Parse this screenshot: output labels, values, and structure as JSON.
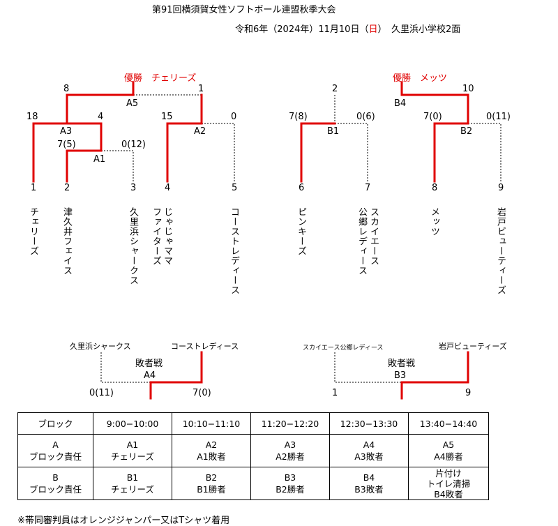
{
  "title": "第91回横須賀女性ソフトボール連盟秋季大会",
  "date_line": {
    "prefix": "令和6年（2024年）11月10日（",
    "day": "日",
    "suffix": "）　久里浜小学校2面"
  },
  "bracket_a": {
    "champion_label": "優勝",
    "champion_team": "チェリーズ",
    "a5": {
      "label": "A5",
      "left": "8",
      "right": "1"
    },
    "a3": {
      "label": "A3",
      "left": "18",
      "right": "4"
    },
    "a1": {
      "label": "A1",
      "left": "7(5)",
      "right": "0(12)"
    },
    "a2": {
      "label": "A2",
      "left": "15",
      "right": "0"
    }
  },
  "bracket_b": {
    "champion_label": "優勝",
    "champion_team": "メッツ",
    "b4": {
      "label": "B4",
      "left": "2",
      "right": "10"
    },
    "b1": {
      "label": "B1",
      "left": "7(8)",
      "right": "0(6)"
    },
    "b2": {
      "label": "B2",
      "left": "7(0)",
      "right": "0(11)"
    }
  },
  "teams": [
    {
      "num": "1",
      "name": "チェリーズ"
    },
    {
      "num": "2",
      "name": "津久井フェイス"
    },
    {
      "num": "3",
      "name": "久里浜シャークス"
    },
    {
      "num": "4",
      "name_lines": [
        "じゃじゃママ",
        "ファイターズ"
      ]
    },
    {
      "num": "5",
      "name": "コーストレディース"
    },
    {
      "num": "6",
      "name": "ピンキーズ"
    },
    {
      "num": "7",
      "name_lines": [
        "スカイエース",
        "公郷レディース"
      ]
    },
    {
      "num": "8",
      "name": "メッツ"
    },
    {
      "num": "9",
      "name": "岩戸ビューティーズ"
    }
  ],
  "consolation_a": {
    "title": "敗者戦",
    "left_team": "久里浜シャークス",
    "right_team": "コーストレディース",
    "label": "A4",
    "left_score": "0(11)",
    "right_score": "7(0)"
  },
  "consolation_b": {
    "title": "敗者戦",
    "left_team": "スカイエース公郷レディース",
    "right_team": "岩戸ビューティーズ",
    "label": "B3",
    "left_score": "1",
    "right_score": "9"
  },
  "schedule": {
    "headers": [
      "ブロック",
      "9:00−10:00",
      "10:10−11:10",
      "11:20−12:20",
      "12:30−13:30",
      "13:40−14:40"
    ],
    "rows": [
      {
        "block": [
          "A",
          "ブロック責任"
        ],
        "cells": [
          [
            "A1",
            "チェリーズ"
          ],
          [
            "A2",
            "A1敗者"
          ],
          [
            "A3",
            "A2勝者"
          ],
          [
            "A4",
            "A3敗者"
          ],
          [
            "A5",
            "A4勝者"
          ]
        ]
      },
      {
        "block": [
          "B",
          "ブロック責任"
        ],
        "cells": [
          [
            "B1",
            "チェリーズ"
          ],
          [
            "B2",
            "B1勝者"
          ],
          [
            "B3",
            "B2勝者"
          ],
          [
            "B4",
            "B3敗者"
          ],
          [
            "片付け",
            "トイレ清掃",
            "B4敗者"
          ]
        ]
      }
    ]
  },
  "footnote": "※帯同審判員はオレンジジャンパー又はTシャツ着用",
  "colors": {
    "winner_line": "#e00000",
    "loser_line": "#000000",
    "text": "#000000"
  }
}
